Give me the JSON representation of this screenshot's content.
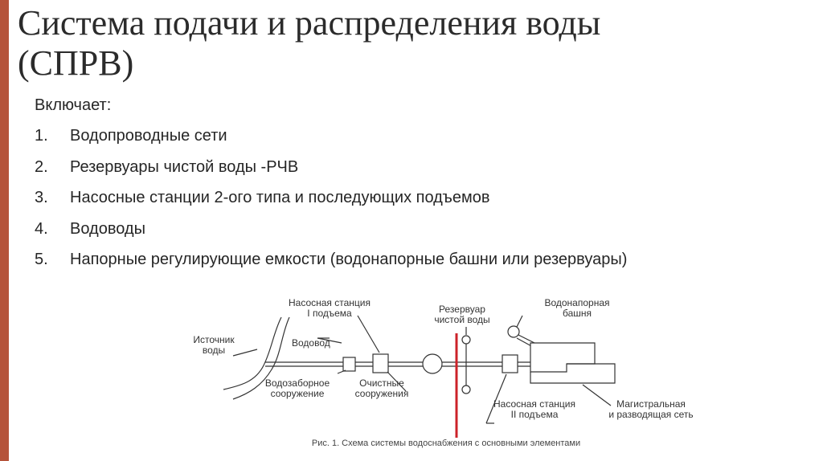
{
  "slide": {
    "title_line1": "Система подачи и распределения воды",
    "title_line2": "(СПРВ)",
    "intro": "Включает:",
    "items": [
      {
        "num": "1.",
        "text": "Водопроводные сети"
      },
      {
        "num": "2.",
        "text": "Резервуары чистой воды -РЧВ"
      },
      {
        "num": "3.",
        "text": "Насосные станции 2-ого типа и последующих подъемов"
      },
      {
        "num": "4.",
        "text": "Водоводы"
      },
      {
        "num": "5.",
        "text": "Напорные регулирующие емкости (водонапорные башни или резервуары)"
      }
    ]
  },
  "diagram": {
    "labels": {
      "pump1_line1": "Насосная станция",
      "pump1_line2": "I подъема",
      "source_line1": "Источник",
      "source_line2": "воды",
      "conduit": "Водовод",
      "intake_line1": "Водозаборное",
      "intake_line2": "сооружение",
      "treatment_line1": "Очистные",
      "treatment_line2": "сооружения",
      "reservoir_line1": "Резервуар",
      "reservoir_line2": "чистой воды",
      "tower_line1": "Водонапорная",
      "tower_line2": "башня",
      "pump2_line1": "Насосная станция",
      "pump2_line2": "II подъема",
      "network_line1": "Магистральная",
      "network_line2": "и разводящая сеть"
    },
    "caption": "Рис. 1. Схема системы водоснабжения с основными элементами"
  },
  "colors": {
    "accent": "#b5533a",
    "marker": "#cc2229"
  }
}
